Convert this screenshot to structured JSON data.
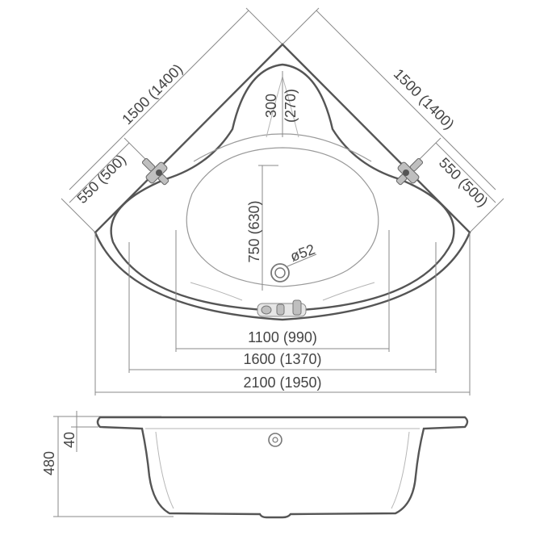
{
  "colors": {
    "line": "#555555",
    "dim_line": "#8a8a8a",
    "text": "#444444",
    "fixture": "#bfbfbf"
  },
  "plan_view": {
    "side_left": "1500 (1400)",
    "side_right": "1500 (1400)",
    "short_left": "550 (500)",
    "short_right": "550 (500)",
    "seat_depth_1": "300",
    "seat_depth_2": "(270)",
    "basin_depth": "750 (630)",
    "drain": "ø52",
    "width_inner": "1100 (990)",
    "width_mid": "1600 (1370)",
    "width_total": "2100 (1950)"
  },
  "side_view": {
    "height_total": "480",
    "rim_height": "40"
  },
  "icons": [
    "faucet-icon",
    "drain-icon",
    "tap-fixture-icon"
  ]
}
